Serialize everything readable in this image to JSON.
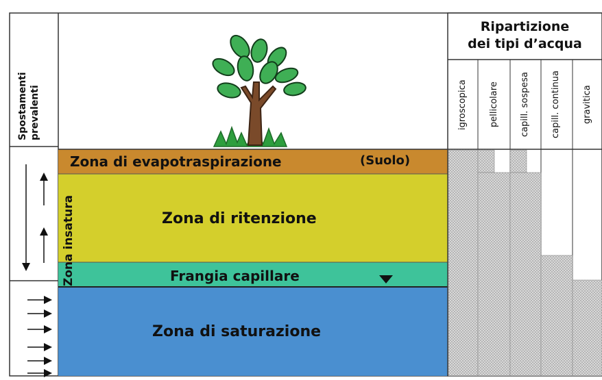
{
  "left_header": {
    "title_line1": "Spostamenti",
    "title_line2": "prevalenti"
  },
  "zones": {
    "evapotranspiration": "Zona di evapotraspirazione",
    "soil": "(Suolo)",
    "retention": "Zona di ritenzione",
    "capillary_fringe": "Frangia capillare",
    "saturation": "Zona di saturazione",
    "unsaturated": "Zona insatura"
  },
  "water_types": {
    "title_line1": "Ripartizione",
    "title_line2": "dei tipi d’acqua",
    "columns": [
      "igroscopica",
      "pellicolare",
      "capill. sospesa",
      "capill. continua",
      "gravitica"
    ]
  },
  "colors": {
    "evapotranspiration": "#C9892E",
    "retention": "#D4CF2C",
    "capillary_fringe": "#3EC39A",
    "saturation": "#4A8FD0",
    "hatch": "#C9C9C9",
    "tree_leaf": "#3FAF55",
    "tree_trunk": "#7A4A2A",
    "grass": "#2E9E3E"
  },
  "icons": {
    "tree": "tree-illustration",
    "water_table": "water-table-triangle-icon",
    "arrows": "movement-arrow-icon"
  }
}
